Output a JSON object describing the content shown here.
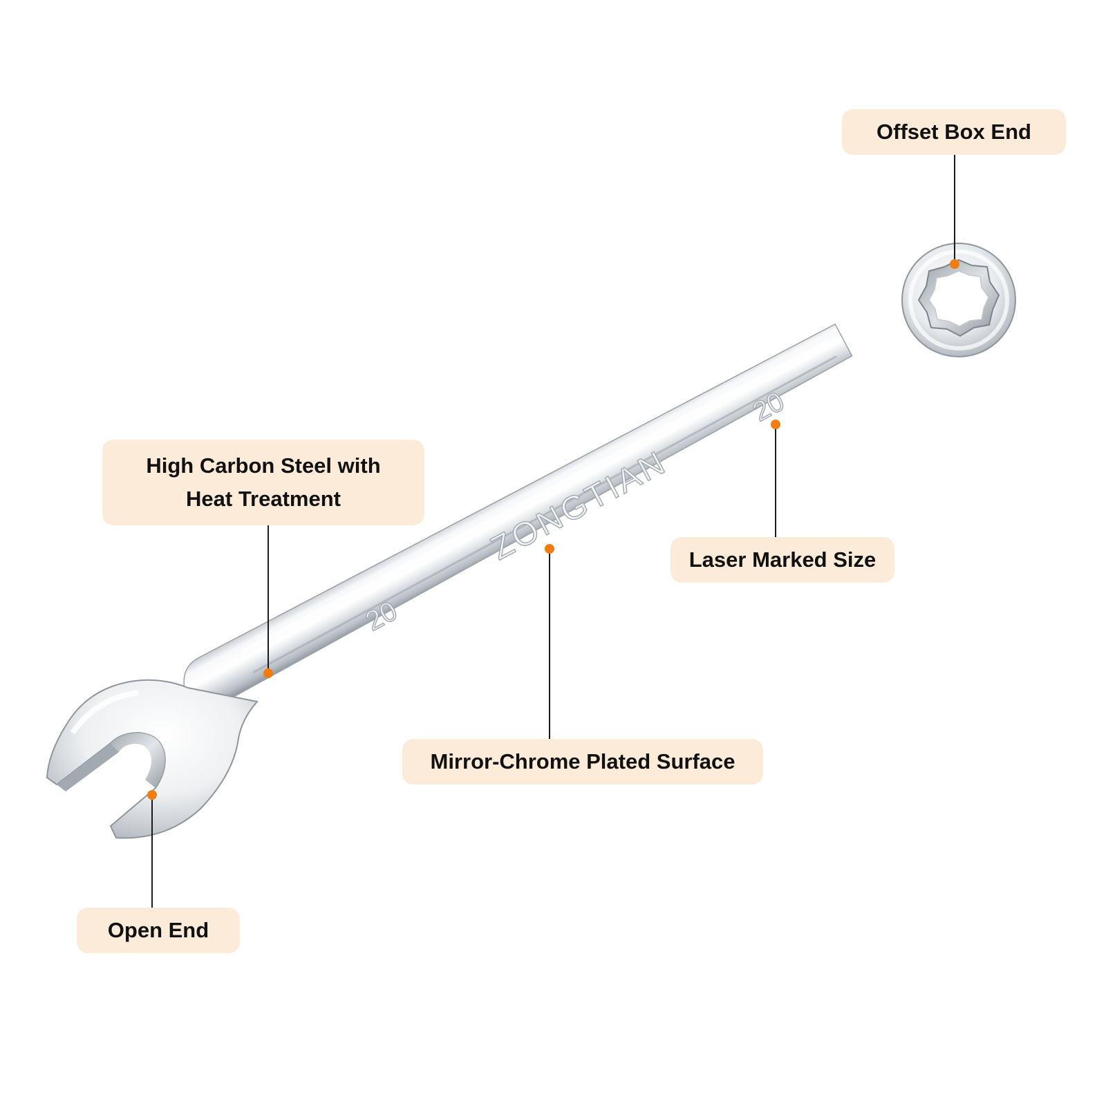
{
  "callouts": {
    "offset_box_end": "Offset Box End",
    "steel_line1": "High Carbon Steel with",
    "steel_line2": "Heat Treatment",
    "laser_marked_size": "Laser Marked Size",
    "mirror_chrome": "Mirror-Chrome Plated Surface",
    "open_end": "Open End"
  },
  "wrench": {
    "brand_marking": "ZONGTIAN",
    "size_marking_near_box": "20",
    "size_marking_near_open": "20"
  },
  "colors": {
    "callout_background": "#fdebd9",
    "leader_line": "#1a1a1a",
    "marker_dot": "#f07d14",
    "chrome_light": "#f4f6f8",
    "chrome_dark": "#a9afb6"
  }
}
